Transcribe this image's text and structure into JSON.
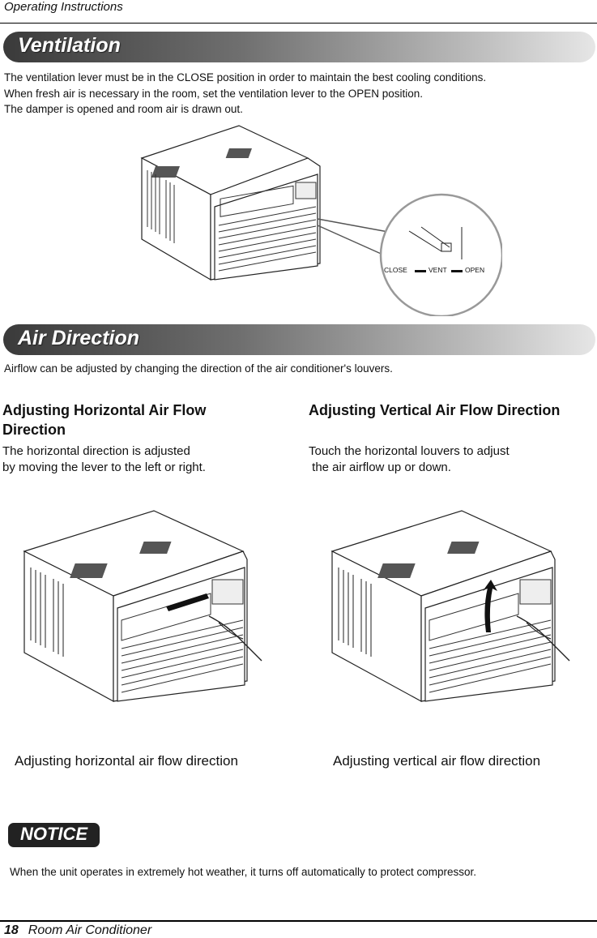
{
  "header": {
    "section": "Operating Instructions"
  },
  "ventilation": {
    "title": "Ventilation",
    "lines": [
      "The ventilation lever must be in the CLOSE position in order to maintain the best cooling conditions.",
      "When fresh air is necessary in the room, set the ventilation lever to the OPEN position.",
      "The damper is opened and room air is drawn out."
    ],
    "lever_labels": {
      "close": "CLOSE",
      "vent": "VENT",
      "open": "OPEN"
    }
  },
  "air_direction": {
    "title": "Air Direction",
    "intro": "Airflow can be adjusted by changing the direction of the air conditioner's  louvers.",
    "horizontal": {
      "heading_line1": "Adjusting Horizontal Air Flow",
      "heading_line2": "Direction",
      "body_line1": "The horizontal direction is adjusted",
      "body_line2": "by moving the lever to the left or right.",
      "caption": "Adjusting horizontal air flow direction"
    },
    "vertical": {
      "heading": "Adjusting Vertical Air Flow Direction",
      "body_line1": "Touch the horizontal louvers to adjust",
      "body_line2": " the air airflow up or down.",
      "caption": "Adjusting vertical air flow direction"
    }
  },
  "notice": {
    "label": "NOTICE",
    "text": "When the unit operates in extremely hot weather, it turns off automatically to protect compressor."
  },
  "footer": {
    "page_number": "18",
    "title": "Room Air Conditioner"
  }
}
